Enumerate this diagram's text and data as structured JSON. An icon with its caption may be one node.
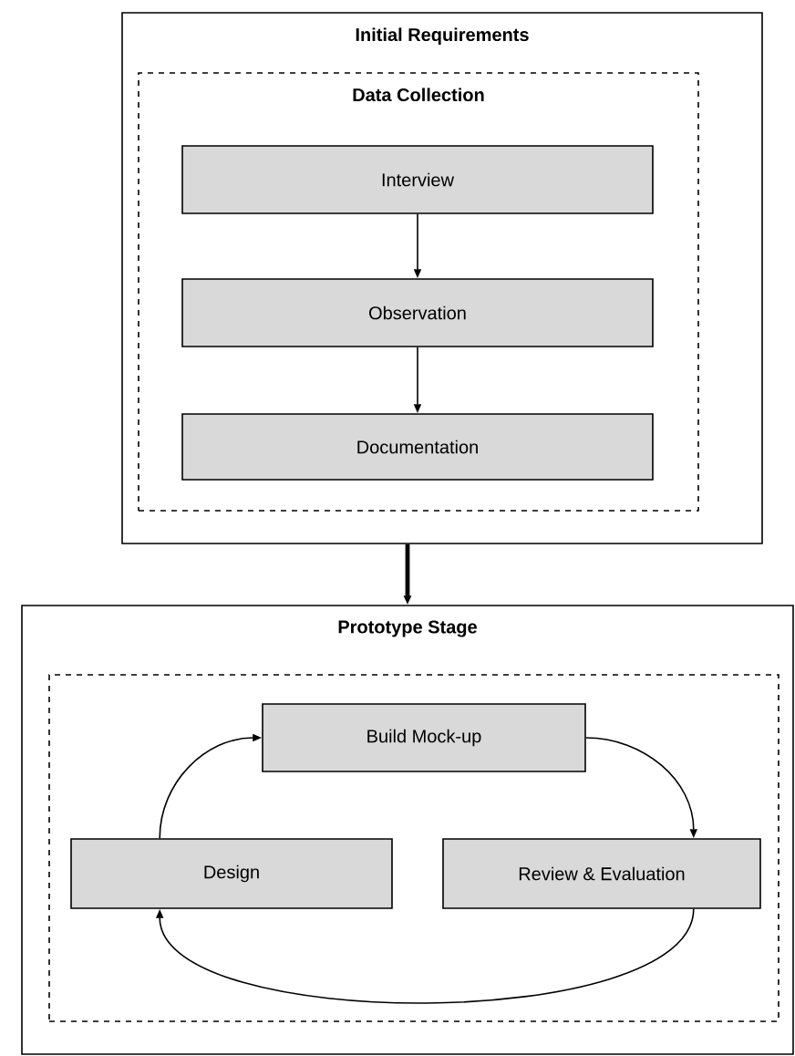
{
  "diagram": {
    "nodes": [
      {
        "text": [
          "Initial Requirements"
        ]
      },
      {
        "text": [
          "Data Collection"
        ],
        "in": 0
      },
      {
        "text": [
          "Interview"
        ],
        "in": 1
      },
      {
        "text": [
          "Observation"
        ],
        "in": 1
      },
      {
        "text": [
          "Documentation"
        ],
        "in": 1
      },
      {
        "text": [
          "Prototype Stage"
        ]
      },
      {
        "text": [],
        "shape": "box",
        "in": 5
      },
      {
        "text": [
          "Build Mock-up"
        ],
        "in": 6
      },
      {
        "text": [
          "Design"
        ],
        "in": 6
      },
      {
        "text": [
          "Review & Evaluation"
        ],
        "in": 6
      }
    ],
    "edges": [
      {
        "from": 2,
        "to": 3,
        "arrow": "to"
      },
      {
        "from": 3,
        "to": 4,
        "arrow": "to"
      },
      {
        "from": 0,
        "to": 5,
        "arrow": "to",
        "style": "thick"
      },
      {
        "from": 8,
        "to": 7,
        "arrow": "to"
      },
      {
        "from": 7,
        "to": 9,
        "arrow": "to"
      },
      {
        "from": 9,
        "to": 8,
        "arrow": "to"
      }
    ]
  }
}
